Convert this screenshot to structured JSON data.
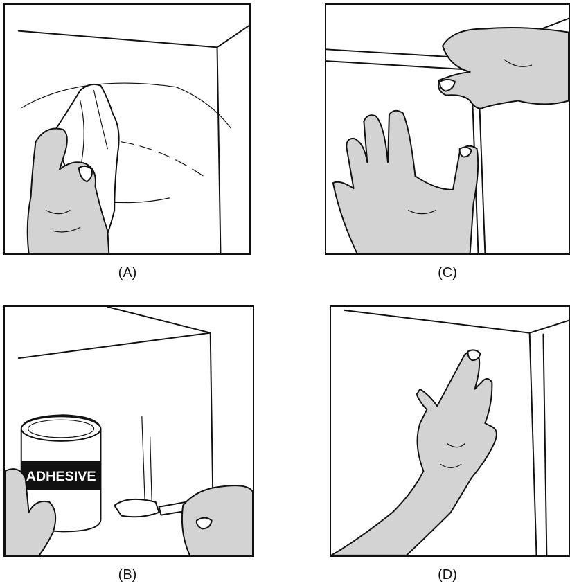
{
  "panels": [
    {
      "id": "A",
      "caption": "(A)"
    },
    {
      "id": "C",
      "caption": "(C)"
    },
    {
      "id": "B",
      "caption": "(B)",
      "can_label": "ADHESIVE"
    },
    {
      "id": "D",
      "caption": "(D)"
    }
  ],
  "colors": {
    "ink": "#111111",
    "skin": "#d3d3d3",
    "paper": "#ffffff"
  }
}
